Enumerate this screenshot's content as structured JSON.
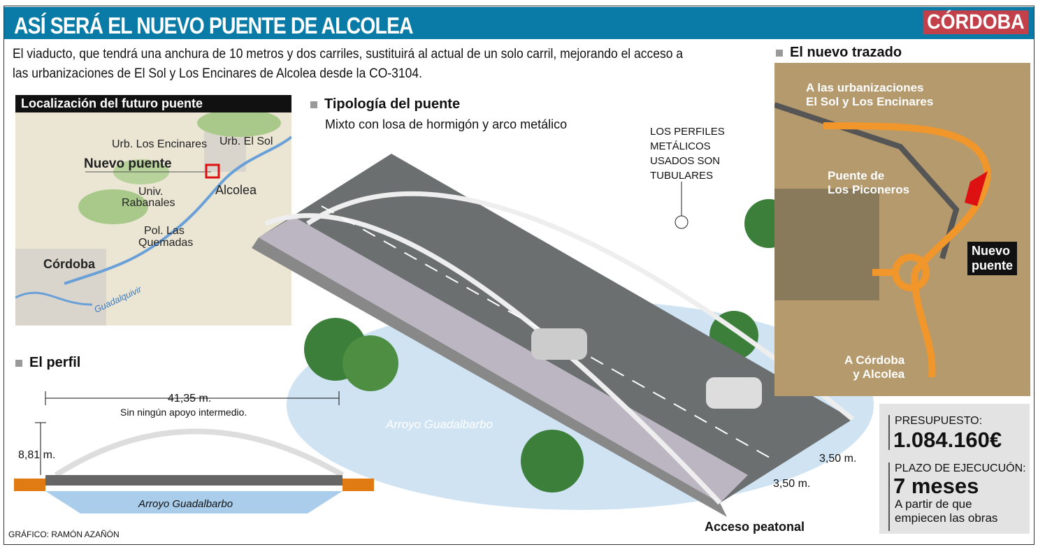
{
  "header": {
    "title": "ASÍ SERÁ EL NUEVO PUENTE DE ALCOLEA",
    "badge": "CÓRDOBA"
  },
  "intro": "El viaducto, que tendrá una anchura de 10 metros y dos carriles, sustituirá al actual de un solo carril, mejorando el acceso a las urbanizaciones de El Sol y Los Encinares de Alcolea desde la CO-3104.",
  "map": {
    "title": "Localización del futuro puente",
    "labels": [
      "Urb. Los Encinares",
      "Urb. El Sol",
      "Nuevo puente",
      "Alcolea",
      "Univ.",
      "Rabanales",
      "Pol. Las",
      "Quemadas",
      "Córdoba",
      "Guadalquivir"
    ]
  },
  "typology": {
    "title": "Tipología del puente",
    "subtitle": "Mixto con losa de hormigón y arco metálico",
    "note": [
      "LOS PERFILES",
      "METÁLICOS",
      "USADOS SON",
      "TUBULARES"
    ],
    "river": "Arroyo Guadalbarbo",
    "lane1": "3,50 m.",
    "lane2": "3,50 m.",
    "access": "Acceso peatonal"
  },
  "profile": {
    "title": "El perfil",
    "span": "41,35 m.",
    "span_note": "Sin ningún apoyo intermedio.",
    "height": "8,81 m.",
    "river": "Arroyo Guadalbarbo"
  },
  "route": {
    "title": "El nuevo trazado",
    "to_urb": [
      "A las urbanizaciones",
      "El Sol  y Los Encinares"
    ],
    "old_bridge": [
      "Puente de",
      "Los Piconeros"
    ],
    "new_bridge": [
      "Nuevo",
      "puente"
    ],
    "to_cordoba": [
      "A Córdoba",
      "y Alcolea"
    ]
  },
  "facts": {
    "budget_label": "PRESUPUESTO:",
    "budget": "1.084.160€",
    "term_label": "PLAZO DE EJECUCUÓN:",
    "term": "7 meses",
    "term_note": [
      "A partir de que",
      "empiecen las obras"
    ]
  },
  "credit": "GRÁFICO: RAMÓN AZAÑÓN",
  "colors": {
    "header": "#0a7ba6",
    "badge": "#c2404a",
    "road": "#f0962a"
  }
}
